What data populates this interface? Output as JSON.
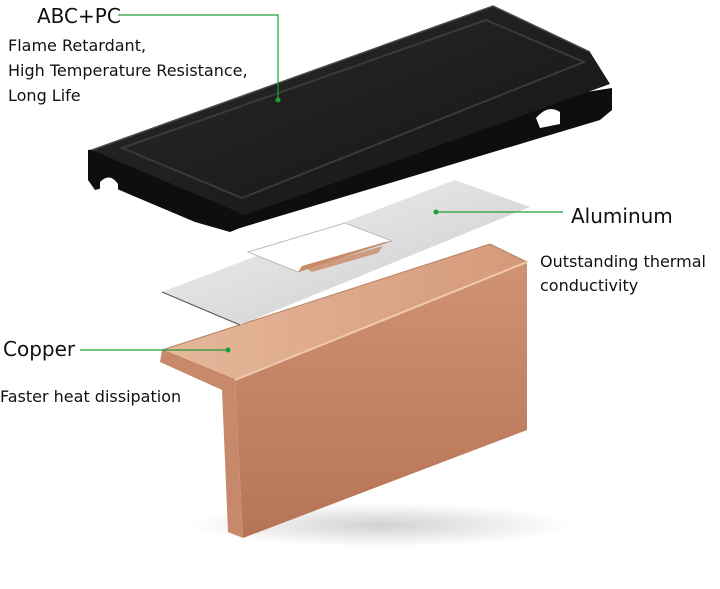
{
  "colors": {
    "leader_line": "#1f9d3a",
    "cover": "#1e1e1e",
    "aluminum": "#d9d9d9",
    "copper": "#c98a67"
  },
  "layers": [
    {
      "key": "abc_pc",
      "icon": "black-cover-part",
      "title": "ABC+PC",
      "description": [
        "Flame Retardant,",
        "High Temperature Resistance,",
        "Long Life"
      ]
    },
    {
      "key": "aluminum",
      "icon": "aluminum-sheet-part",
      "title": "Aluminum",
      "description": [
        "Outstanding thermal",
        "conductivity"
      ]
    },
    {
      "key": "copper",
      "icon": "copper-plate-part",
      "title": "Copper",
      "description": [
        "Faster heat dissipation"
      ]
    }
  ]
}
